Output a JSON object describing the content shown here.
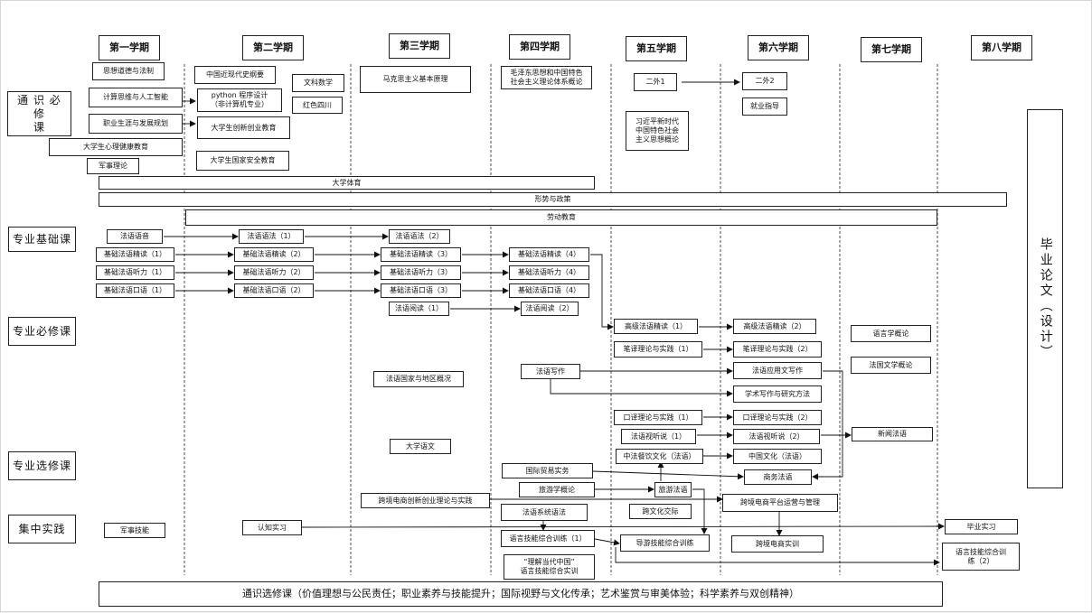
{
  "semesters": [
    "第一学期",
    "第二学期",
    "第三学期",
    "第四学期",
    "第五学期",
    "第六学期",
    "第七学期",
    "第八学期"
  ],
  "categories": {
    "general": "通 识 必 修\n课",
    "foundation": "专业基础课",
    "core": "专业必修课",
    "elective": "专业选修课",
    "practice": "集中实践"
  },
  "bars": {
    "pe": "大学体育",
    "policy": "形势与政策",
    "labor": "劳动教育"
  },
  "thesis": "毕业论文（设计）",
  "general_elective": "通识选修课（价值理想与公民责任；职业素养与技能提升；国际视野与文化传承；艺术鉴赏与审美体验；科学素养与双创精神）",
  "courses": {
    "sixiang": "思想道德与法制",
    "jisuanji": "计算思维与人工智能",
    "zhiye": "职业生涯与发展规划",
    "xinli": "大学生心理健康教育",
    "junshi_lilun": "军事理论",
    "jindaishi": "中国近现代史纲要",
    "wenke_shuxue": "文科数学",
    "python": "python 程序设计\n（非计算机专业）",
    "hongse": "红色四川",
    "chuangxin": "大学生创新创业教育",
    "anquan": "大学生国家安全教育",
    "makesi": "马克思主义基本原理",
    "maozedong": "毛泽东思想和中国特色\n社会主义理论体系概论",
    "erwai1": "二外1",
    "erwai2": "二外2",
    "jiuye": "就业指导",
    "xi": "习近平新时代\n中国特色社会\n主义思想概论",
    "fy_yuyin": "法语语音",
    "fy_yufa1": "法语语法（1）",
    "fy_yufa2": "法语语法（2）",
    "jc1": "基础法语精读（1）",
    "jc2": "基础法语精读（2）",
    "jc3": "基础法语精读（3）",
    "jc4": "基础法语精读（4）",
    "tl1": "基础法语听力（1）",
    "tl2": "基础法语听力（2）",
    "tl3": "基础法语听力（3）",
    "tl4": "基础法语听力（4）",
    "ky1": "基础法语口语（1）",
    "ky2": "基础法语口语（2）",
    "ky3": "基础法语口语（3）",
    "ky4": "基础法语口语（4）",
    "yd1": "法语阅读（1）",
    "yd2": "法语阅读（2）",
    "gj1": "高级法语精读（1）",
    "gj2": "高级法语精读（2）",
    "by1": "笔译理论与实践（1）",
    "by2": "笔译理论与实践（2）",
    "yuyanxue": "语言学概论",
    "wenxue": "法国文学概论",
    "xiezuo": "法语写作",
    "yingyong": "法语应用文写作",
    "xueshu": "学术写作与研究方法",
    "guoqing": "法语国家与地区概况",
    "ky_1": "口译理论与实践（1）",
    "ky_2": "口译理论与实践（2）",
    "st1": "法语视听说（1）",
    "st2": "法语视听说（2）",
    "xinwen": "新闻法语",
    "yuwen": "大学语文",
    "canyin": "中法餐饮文化（法语）",
    "zgwh": "中国文化（法语）",
    "maoyi": "国际贸易实务",
    "shangwu": "商务法语",
    "lvyou_gailun": "旅游学概论",
    "lvyou_fy": "旅游法语",
    "kjds_cx": "跨境电商创新创业理论与实践",
    "kjds_pt": "跨境电商平台运营与管理",
    "xitong_yufa": "法语系统语法",
    "kwh": "跨文化交际",
    "junshi_jineng": "军事技能",
    "renzhi": "认知实习",
    "biye_shixi": "毕业实习",
    "zonghe1": "语言技能综合训练（1）",
    "daoyou": "导游技能综合训练",
    "kjds_sx": "跨境电商实训",
    "zonghe2": "语言技能综合训\n练（2）",
    "dangdai": "“理解当代中国”\n语言技能综合实训"
  }
}
